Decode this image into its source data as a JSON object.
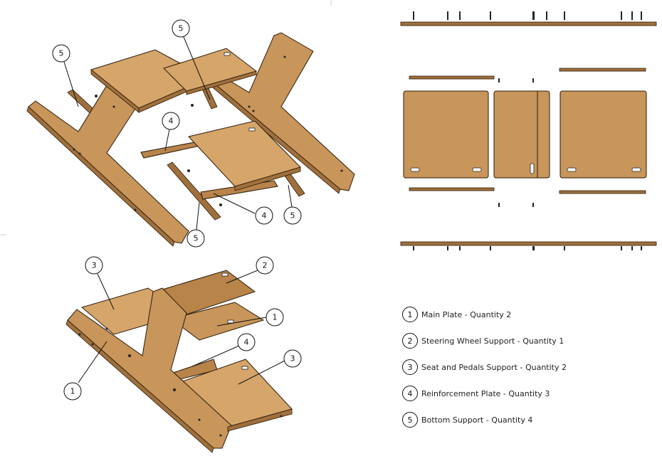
{
  "colors": {
    "wood": "#c8955a",
    "wood_edge": "#a0703c",
    "line": "#111111"
  },
  "exploded_view": {
    "balloons": [
      "5",
      "5",
      "4",
      "4",
      "5",
      "5"
    ]
  },
  "assembled_view": {
    "balloons": [
      "3",
      "2",
      "1",
      "4",
      "3",
      "1"
    ]
  },
  "legend": {
    "items": [
      {
        "number": "1",
        "label": "Main Plate - Quantity 2"
      },
      {
        "number": "2",
        "label": "Steering Wheel Support - Quantity 1"
      },
      {
        "number": "3",
        "label": "Seat and Pedals Support - Quantity 2"
      },
      {
        "number": "4",
        "label": "Reinforcement Plate - Quantity 3"
      },
      {
        "number": "5",
        "label": "Bottom Support - Quantity 4"
      }
    ]
  }
}
